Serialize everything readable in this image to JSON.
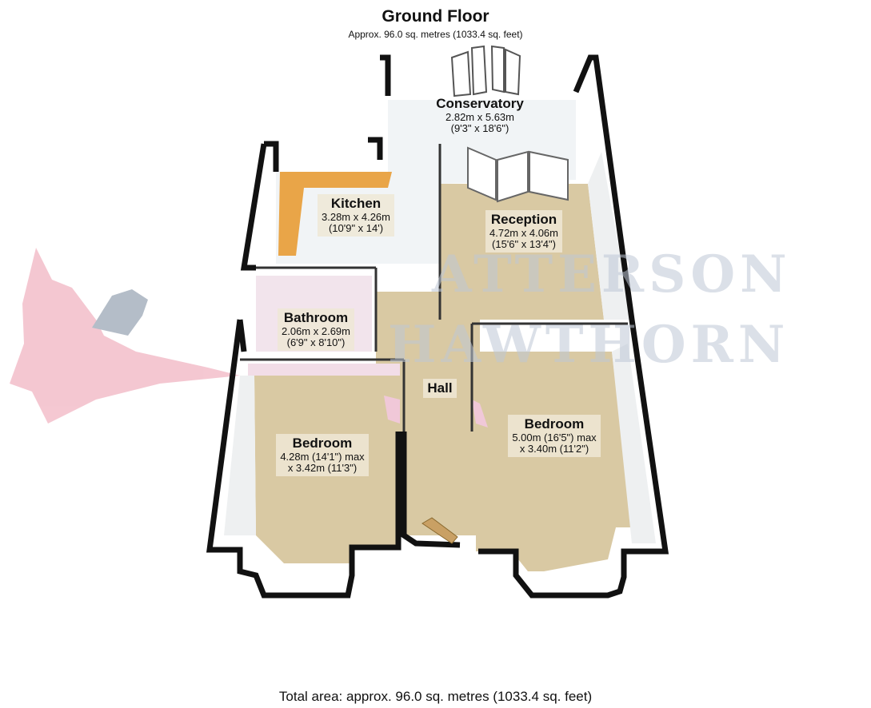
{
  "header": {
    "title": "Ground Floor",
    "subtitle": "Approx. 96.0 sq. metres (1033.4 sq. feet)"
  },
  "rooms": {
    "conservatory": {
      "name": "Conservatory",
      "dim1": "2.82m x 5.63m",
      "dim2": "(9'3\" x 18'6\")"
    },
    "kitchen": {
      "name": "Kitchen",
      "dim1": "3.28m x 4.26m",
      "dim2": "(10'9\" x 14')"
    },
    "reception": {
      "name": "Reception",
      "dim1": "4.72m x 4.06m",
      "dim2": "(15'6\" x 13'4\")"
    },
    "bathroom": {
      "name": "Bathroom",
      "dim1": "2.06m x 2.69m",
      "dim2": "(6'9\" x 8'10\")"
    },
    "hall": {
      "name": "Hall"
    },
    "bedroom_right": {
      "name": "Bedroom",
      "dim1": "5.00m (16'5\") max",
      "dim2": "x 3.40m (11'2\")"
    },
    "bedroom_left": {
      "name": "Bedroom",
      "dim1": "4.28m (14'1\") max",
      "dim2": "x 3.42m (11'3\")"
    }
  },
  "watermark": {
    "line1": "ATTERSON",
    "line2": "HAWTHORN"
  },
  "footer": {
    "total": "Total area: approx. 96.0 sq. metres (1033.4 sq. feet)"
  },
  "colors": {
    "wall": "#111111",
    "carpet": "#d9c9a3",
    "wall_face": "#eef0f1",
    "tile": "#f1f4f6",
    "kitchen_counter": "#e9a548",
    "bathroom": "#f2e4ec",
    "logo": "#e8849b"
  }
}
